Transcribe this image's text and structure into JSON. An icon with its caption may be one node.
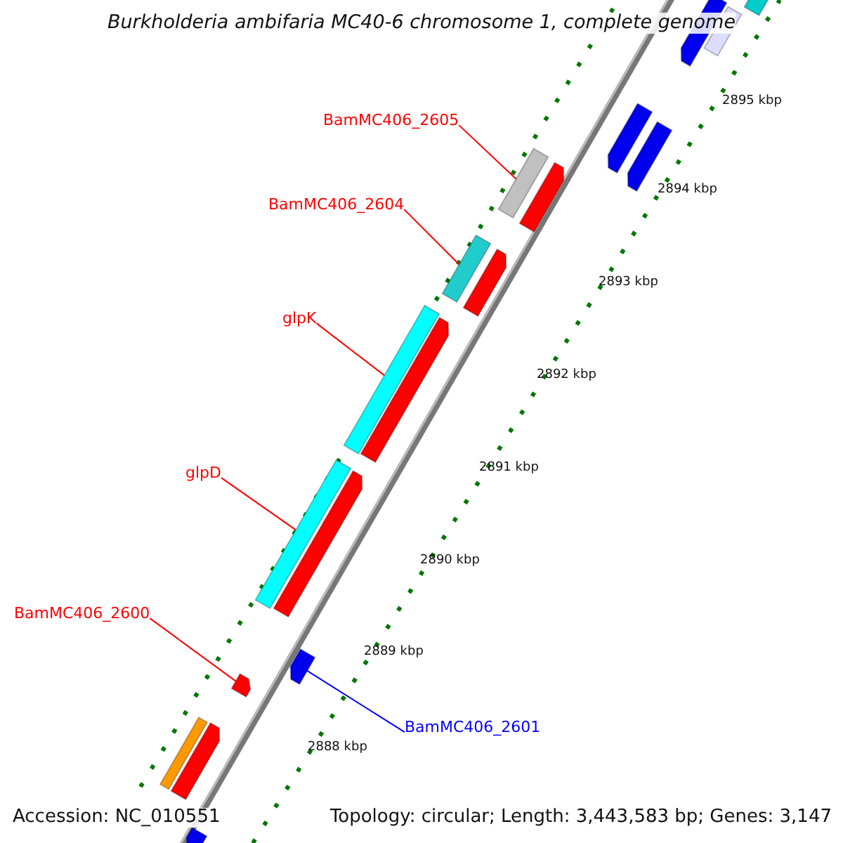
{
  "diagram": {
    "title": "Burkholderia ambifaria MC40-6 chromosome 1, complete genome",
    "nodes": [
      {
        "text": [
          "BamMC406_2605"
        ]
      },
      {
        "text": [],
        "shape": "bar"
      },
      {
        "text": [
          "BamMC406_2604"
        ]
      },
      {
        "text": [],
        "shape": "bar"
      },
      {
        "text": [
          "glpK"
        ]
      },
      {
        "text": [],
        "shape": "bar"
      },
      {
        "text": [
          "glpD"
        ]
      },
      {
        "text": [],
        "shape": "bar"
      },
      {
        "text": [
          "BamMC406_2600"
        ]
      },
      {
        "text": [],
        "shape": "bar"
      },
      {
        "text": [
          "BamMC406_2601"
        ]
      },
      {
        "text": [],
        "shape": "bar"
      },
      {
        "text": [],
        "shape": "bar"
      },
      {
        "text": [],
        "shape": "bar"
      },
      {
        "text": [],
        "shape": "bar"
      },
      {
        "text": [],
        "shape": "bar"
      },
      {
        "text": [],
        "shape": "bar"
      },
      {
        "text": [],
        "shape": "bar"
      },
      {
        "text": [],
        "shape": "bar"
      },
      {
        "text": [],
        "shape": "bar"
      },
      {
        "text": [],
        "shape": "bar"
      },
      {
        "text": [],
        "shape": "bar"
      },
      {
        "text": [],
        "shape": "bar"
      },
      {
        "text": [],
        "shape": "bar"
      }
    ],
    "edges": [
      {
        "from": 0,
        "to": 1,
        "arrow": "none"
      },
      {
        "from": 2,
        "to": 3,
        "arrow": "none"
      },
      {
        "from": 4,
        "to": 5,
        "arrow": "none"
      },
      {
        "from": 6,
        "to": 7,
        "arrow": "none"
      },
      {
        "from": 8,
        "to": 9,
        "arrow": "none"
      },
      {
        "from": 10,
        "to": 11,
        "arrow": "none",
        "color": "#0000ff"
      }
    ],
    "labels": [
      "2895 kbp",
      "2894 kbp",
      "2893 kbp",
      "2892 kbp",
      "2891 kbp",
      "2890 kbp",
      "2889 kbp",
      "2888 kbp",
      "Accession: NC_010551",
      "Topology: circular; Length: 3,443,583 bp; Genes: 3,147"
    ]
  }
}
